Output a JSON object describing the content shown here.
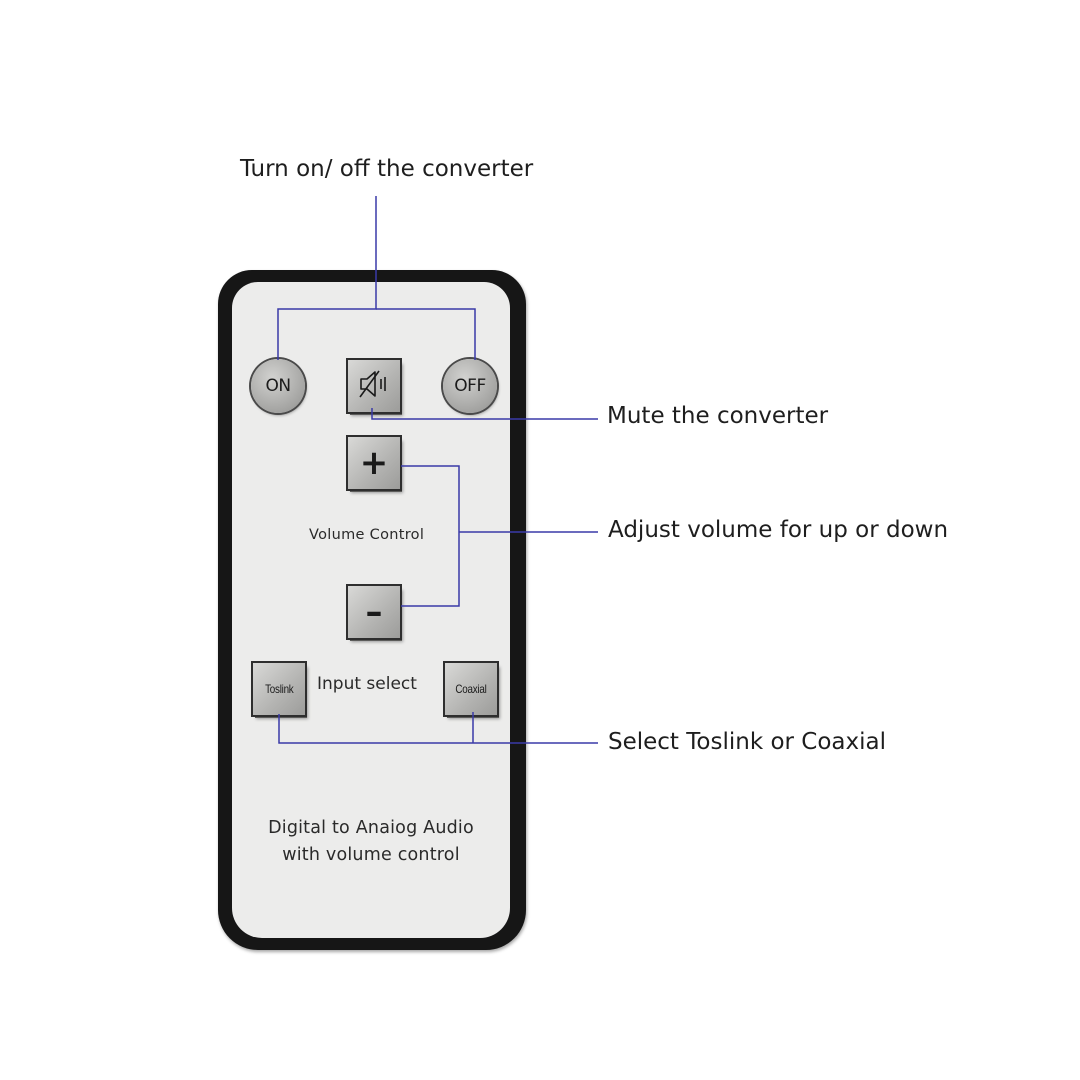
{
  "remote": {
    "buttons": {
      "on_label": "ON",
      "off_label": "OFF",
      "mute_icon": "speaker-mute-icon",
      "plus_glyph": "+",
      "minus_glyph": "–",
      "toslink_label": "Toslink",
      "coaxial_label": "Coaxial"
    },
    "labels": {
      "volume_control": "Volume Control",
      "input_select": "Input select",
      "footer_line1": "Digital to Anaiog Audio",
      "footer_line2": "with volume control"
    }
  },
  "callouts": {
    "power": "Turn on/ off the converter",
    "mute": "Mute the converter",
    "volume": "Adjust volume for up or down",
    "input": "Select Toslink or Coaxial"
  },
  "colors": {
    "leader_line": "#3a3aa8",
    "shell": "#161616",
    "face": "#ececeb"
  }
}
